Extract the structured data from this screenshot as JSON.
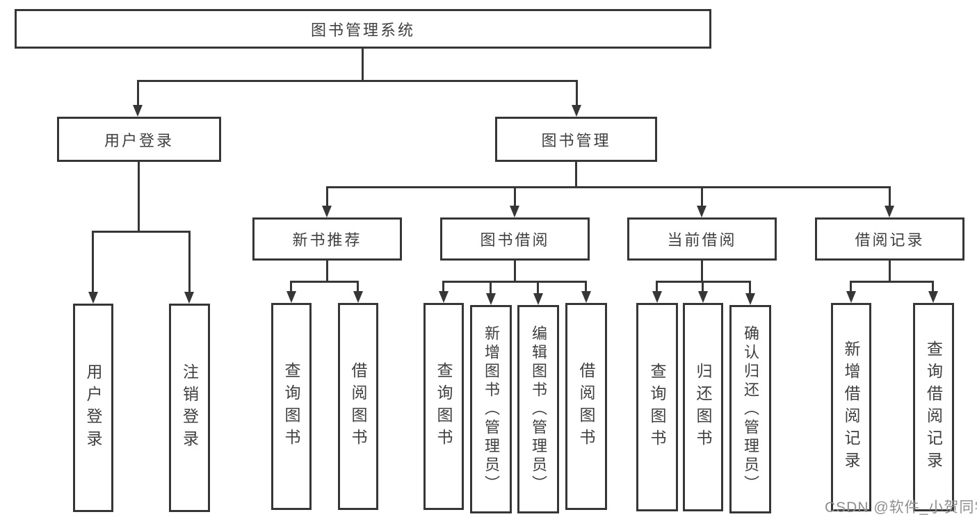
{
  "colors": {
    "line": "#363636",
    "text": "#3f3f3f",
    "watermark": "#8e8e8e",
    "background": "#ffffff"
  },
  "watermark": "CSDN @软件_小贺同学",
  "tree": {
    "root": {
      "label": "图书管理系统"
    },
    "user_login": {
      "label": "用户登录",
      "children": [
        {
          "label": "用户登录"
        },
        {
          "label": "注销登录"
        }
      ]
    },
    "book_management": {
      "label": "图书管理",
      "children": [
        {
          "label": "新书推荐",
          "children": [
            {
              "label": "查询图书"
            },
            {
              "label": "借阅图书"
            }
          ]
        },
        {
          "label": "图书借阅",
          "children": [
            {
              "label": "查询图书"
            },
            {
              "label": "新增图书（管理员）"
            },
            {
              "label": "编辑图书（管理员）"
            },
            {
              "label": "借阅图书"
            }
          ]
        },
        {
          "label": "当前借阅",
          "children": [
            {
              "label": "查询图书"
            },
            {
              "label": "归还图书"
            },
            {
              "label": "确认归还（管理员）"
            }
          ]
        },
        {
          "label": "借阅记录",
          "children": [
            {
              "label": "新增借阅记录"
            },
            {
              "label": "查询借阅记录"
            }
          ]
        }
      ]
    }
  }
}
